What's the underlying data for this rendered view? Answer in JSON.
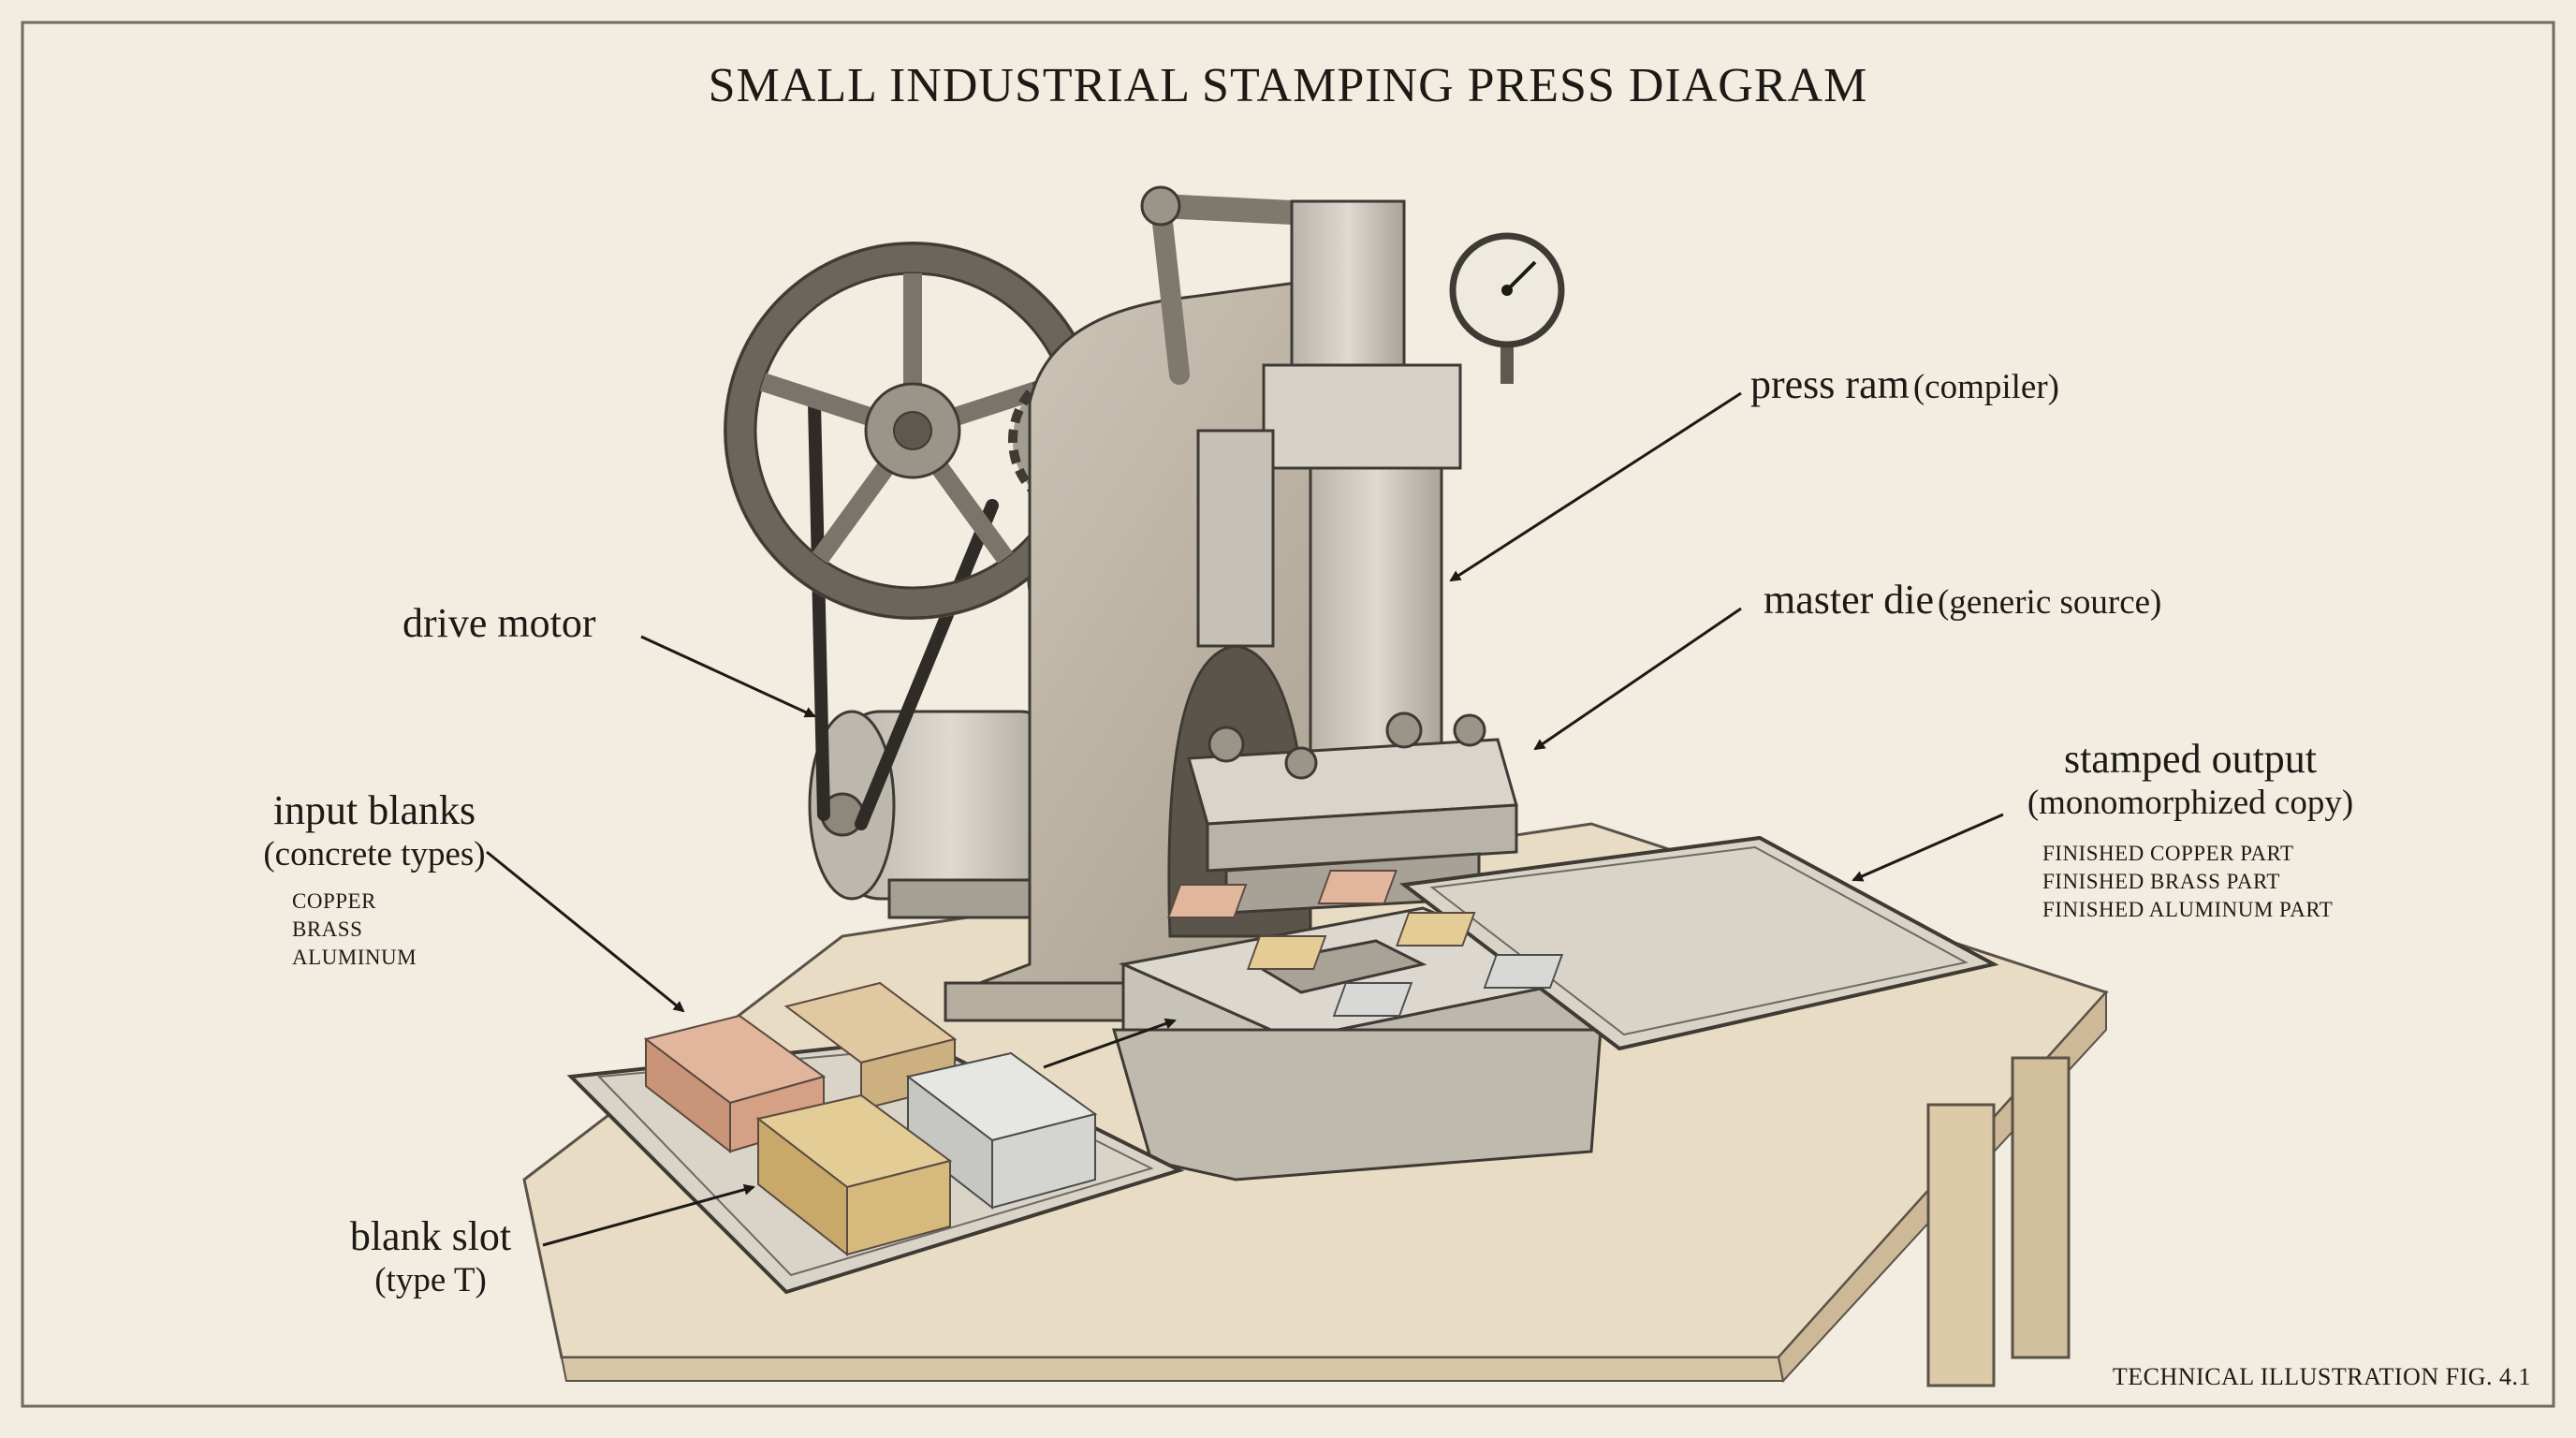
{
  "title": "SMALL INDUSTRIAL STAMPING PRESS DIAGRAM",
  "labels": {
    "press_ram": {
      "main": "press ram",
      "sub": "(compiler)"
    },
    "master_die": {
      "main": "master die",
      "sub": "(generic source)"
    },
    "drive_motor": {
      "main": "drive motor"
    },
    "input_blanks": {
      "main": "input blanks",
      "sub": "(concrete types)",
      "items": [
        "COPPER",
        "BRASS",
        "ALUMINUM"
      ]
    },
    "stamped_output": {
      "main": "stamped output",
      "sub": "(monomorphized copy)",
      "items": [
        "FINISHED COPPER PART",
        "FINISHED BRASS PART",
        "FINISHED ALUMINUM PART"
      ]
    },
    "blank_slot": {
      "main": "blank slot",
      "sub": "(type T)"
    }
  },
  "caption": "TECHNICAL ILLUSTRATION FIG. 4.1",
  "colors": {
    "paper": "#f3ece0",
    "ink": "#1c1a17",
    "metal": "#c9c5bd",
    "copper": "#d9a58a",
    "brass": "#d9c08a",
    "aluminum": "#d8d8d6",
    "table": "#e6d9c2"
  }
}
